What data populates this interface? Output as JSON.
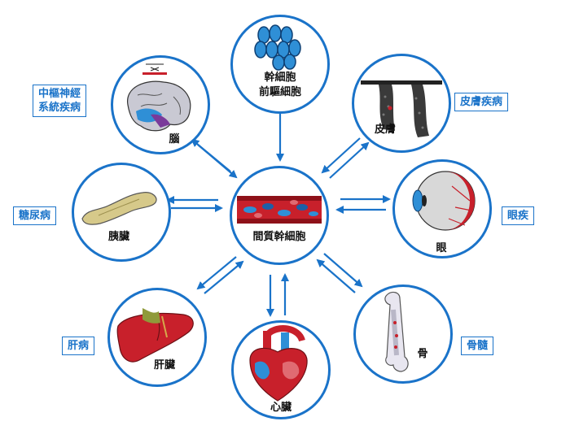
{
  "center": {
    "label": "間質幹細胞"
  },
  "nodes": {
    "stem": {
      "line1": "幹細胞",
      "line2": "前驅細胞"
    },
    "brain": {
      "label": "腦"
    },
    "skin": {
      "label": "皮膚"
    },
    "pancreas": {
      "label": "胰臟"
    },
    "eye": {
      "label": "眼"
    },
    "liver": {
      "label": "肝臟"
    },
    "heart": {
      "label": "心臟"
    },
    "bone": {
      "label": "骨"
    }
  },
  "tags": {
    "cns": {
      "line1": "中樞神經",
      "line2": "系統疾病"
    },
    "skin_disease": "皮膚疾病",
    "diabetes": "糖尿病",
    "eye_disease": "眼疾",
    "liver_disease": "肝病",
    "marrow": "骨髓"
  },
  "colors": {
    "accent": "#1a73c9",
    "vessel_red": "#c8202b",
    "cell_blue": "#2f8fd6"
  }
}
